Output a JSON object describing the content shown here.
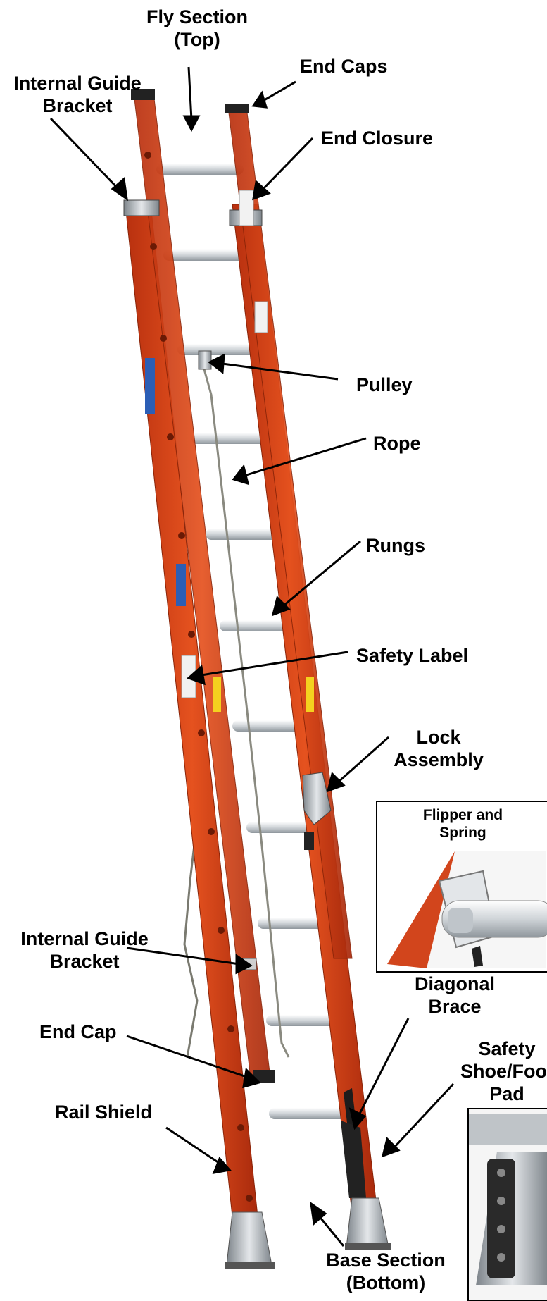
{
  "labels": {
    "fly_section": [
      "Fly Section",
      "(Top)"
    ],
    "end_caps": "End Caps",
    "internal_guide_bracket_top": [
      "Internal Guide",
      "Bracket"
    ],
    "end_closure": "End Closure",
    "pulley": "Pulley",
    "rope": "Rope",
    "rungs": "Rungs",
    "safety_label": "Safety Label",
    "lock_assembly": [
      "Lock",
      "Assembly"
    ],
    "internal_guide_bracket_bottom": [
      "Internal Guide",
      "Bracket"
    ],
    "diagonal_brace": [
      "Diagonal",
      "Brace"
    ],
    "end_cap": "End Cap",
    "safety_shoe": [
      "Safety",
      "Shoe/Foot",
      "Pad"
    ],
    "rail_shield": "Rail Shield",
    "base_section": [
      "Base Section",
      "(Bottom)"
    ]
  },
  "insets": {
    "lock": {
      "title": [
        "Flipper and",
        "Spring"
      ]
    }
  },
  "colors": {
    "rail": "#d8421b",
    "rail_dark": "#a82c10",
    "rung": "#d9dde1",
    "metal": "#9aa0a6",
    "text": "#000000"
  }
}
